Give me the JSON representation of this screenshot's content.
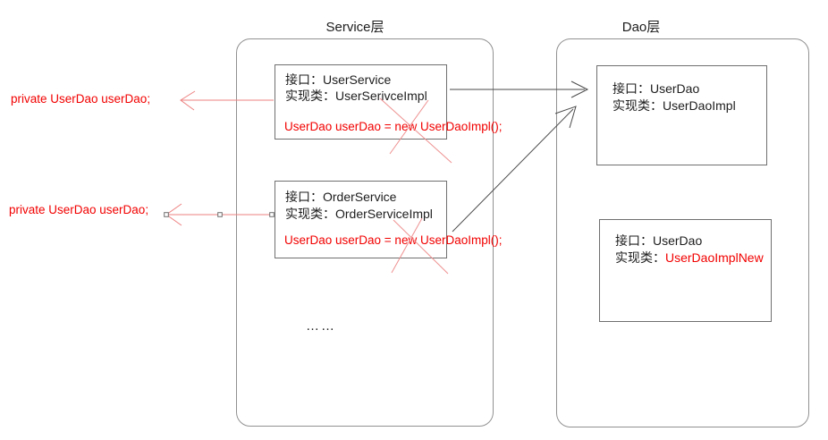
{
  "service_layer": {
    "label": "Service层",
    "ellipsis": "……",
    "boxes": [
      {
        "interface": "接口：UserService",
        "impl": "实现类：UserSerivceImpl",
        "code": "UserDao userDao = new UserDaoImpl();",
        "code_crossed_out": true
      },
      {
        "interface": "接口：OrderService",
        "impl": "实现类：OrderServiceImpl",
        "code": "UserDao userDao = new UserDaoImpl();",
        "code_crossed_out": true
      }
    ]
  },
  "dao_layer": {
    "label": "Dao层",
    "boxes": [
      {
        "interface": "接口：UserDao",
        "impl": "实现类：UserDaoImpl"
      },
      {
        "interface": "接口：UserDao",
        "impl_label": "实现类：",
        "impl_value_highlight": "UserDaoImplNew"
      }
    ]
  },
  "annotations": {
    "field_declaration_1": "private UserDao userDao;",
    "field_declaration_2": "private UserDao userDao;"
  },
  "colors": {
    "highlight_red_text": "#f20000",
    "red_connector": "#ee8080",
    "black_connector": "#4a4a4a",
    "layer_border": "#919191",
    "node_border": "#6f6f6f",
    "text_black": "#1d1d1d"
  }
}
